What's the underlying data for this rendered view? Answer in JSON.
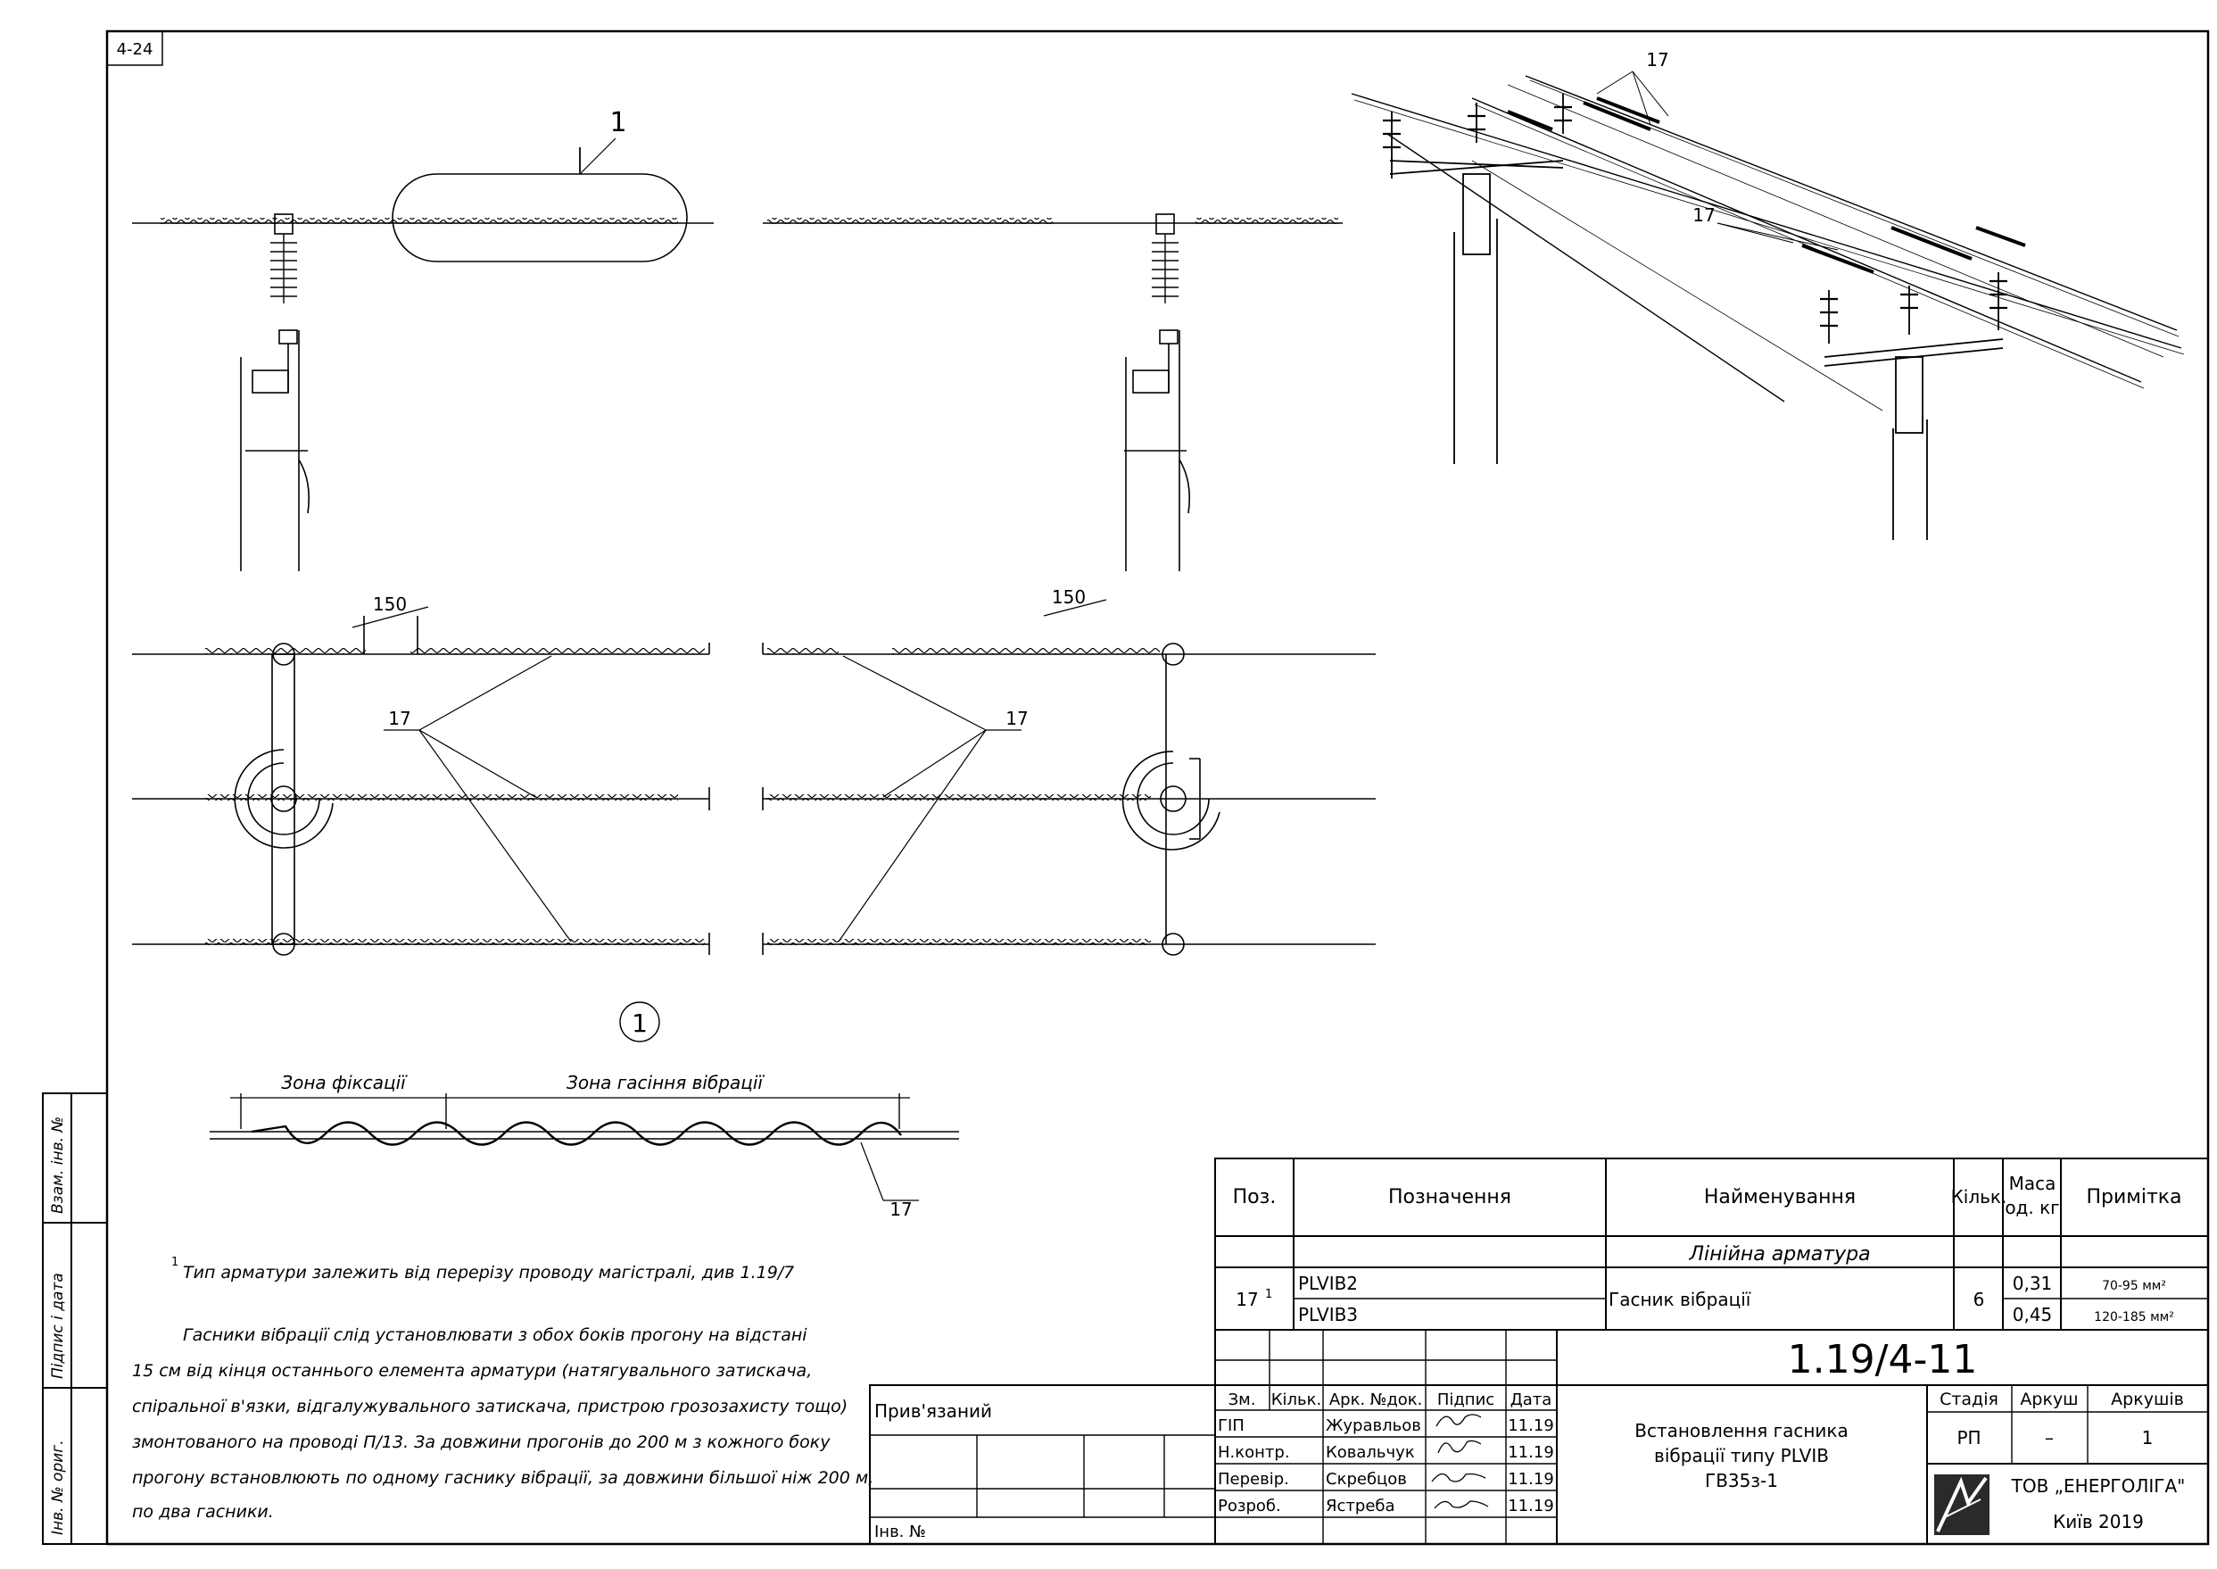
{
  "sheet_code": "4-24",
  "callouts": {
    "one": "1",
    "seventeen": "17",
    "dim150": "150",
    "detail_mark": "1"
  },
  "detail": {
    "zone_fix": "Зона фіксації",
    "zone_damp": "Зона гасіння вібрації",
    "pos": "17"
  },
  "notes": {
    "footnote_mark": "1",
    "footnote": "Тип арматури залежить від перерізу проводу магістралі, див 1.19/7",
    "para1": "Гасники вібрації слід установлювати з обох боків прогону на відстані",
    "para2": "15 см від кінця останнього елемента арматури (натягувального затискача,",
    "para3": "спіральної в'язки, відгалужувального затискача, пристрою грозозахисту тощо)",
    "para4": "змонтованого на проводі П/13. За довжини прогонів до 200 м з кожного боку",
    "para5": "прогону встановлюють по одному гаснику вібрації, за довжини більшої ніж 200 м,",
    "para6": "по два гасники."
  },
  "left_strip": {
    "a": "Взам. інв. №",
    "b": "Підпис і дата",
    "c": "Інв. № ориг."
  },
  "spec": {
    "h_pos": "Поз.",
    "h_des": "Позначення",
    "h_name": "Найменування",
    "h_qty": "Кільк.",
    "h_mass1": "Маса",
    "h_mass2": "од. кг",
    "h_note": "Примітка",
    "group": "Лінійна арматура",
    "pos": "17",
    "pos_sup": "1",
    "des1": "PLVIB2",
    "des2": "PLVIB3",
    "name": "Гасник вібрації",
    "qty": "6",
    "mass1": "0,31",
    "mass2": "0,45",
    "note1": "70-95 мм²",
    "note2": "120-185 мм²"
  },
  "stamp": {
    "doc_code": "1.19/4-11",
    "attached": "Прив'язаний",
    "inv": "Інв. №",
    "h_zm": "Зм.",
    "h_kilk": "Кільк.",
    "h_ark": "Арк.",
    "h_ndok": "№док.",
    "h_pidpys": "Підпис",
    "h_data": "Дата",
    "roles": [
      "ГІП",
      "Н.контр.",
      "Перевір.",
      "Розроб."
    ],
    "names": [
      "Журавльов",
      "Ковальчук",
      "Скребцов",
      "Ястреба"
    ],
    "dates": [
      "11.19",
      "11.19",
      "11.19",
      "11.19"
    ],
    "title1": "Встановлення гасника",
    "title2": "вібрації типу PLVIB",
    "title3": "ГВ35з-1",
    "h_stage": "Стадія",
    "h_sheet": "Аркуш",
    "h_sheets": "Аркушів",
    "stage": "РП",
    "sheet": "–",
    "sheets": "1",
    "company": "ТОВ „ЕНЕРГОЛІГА\"",
    "city": "Київ 2019"
  }
}
